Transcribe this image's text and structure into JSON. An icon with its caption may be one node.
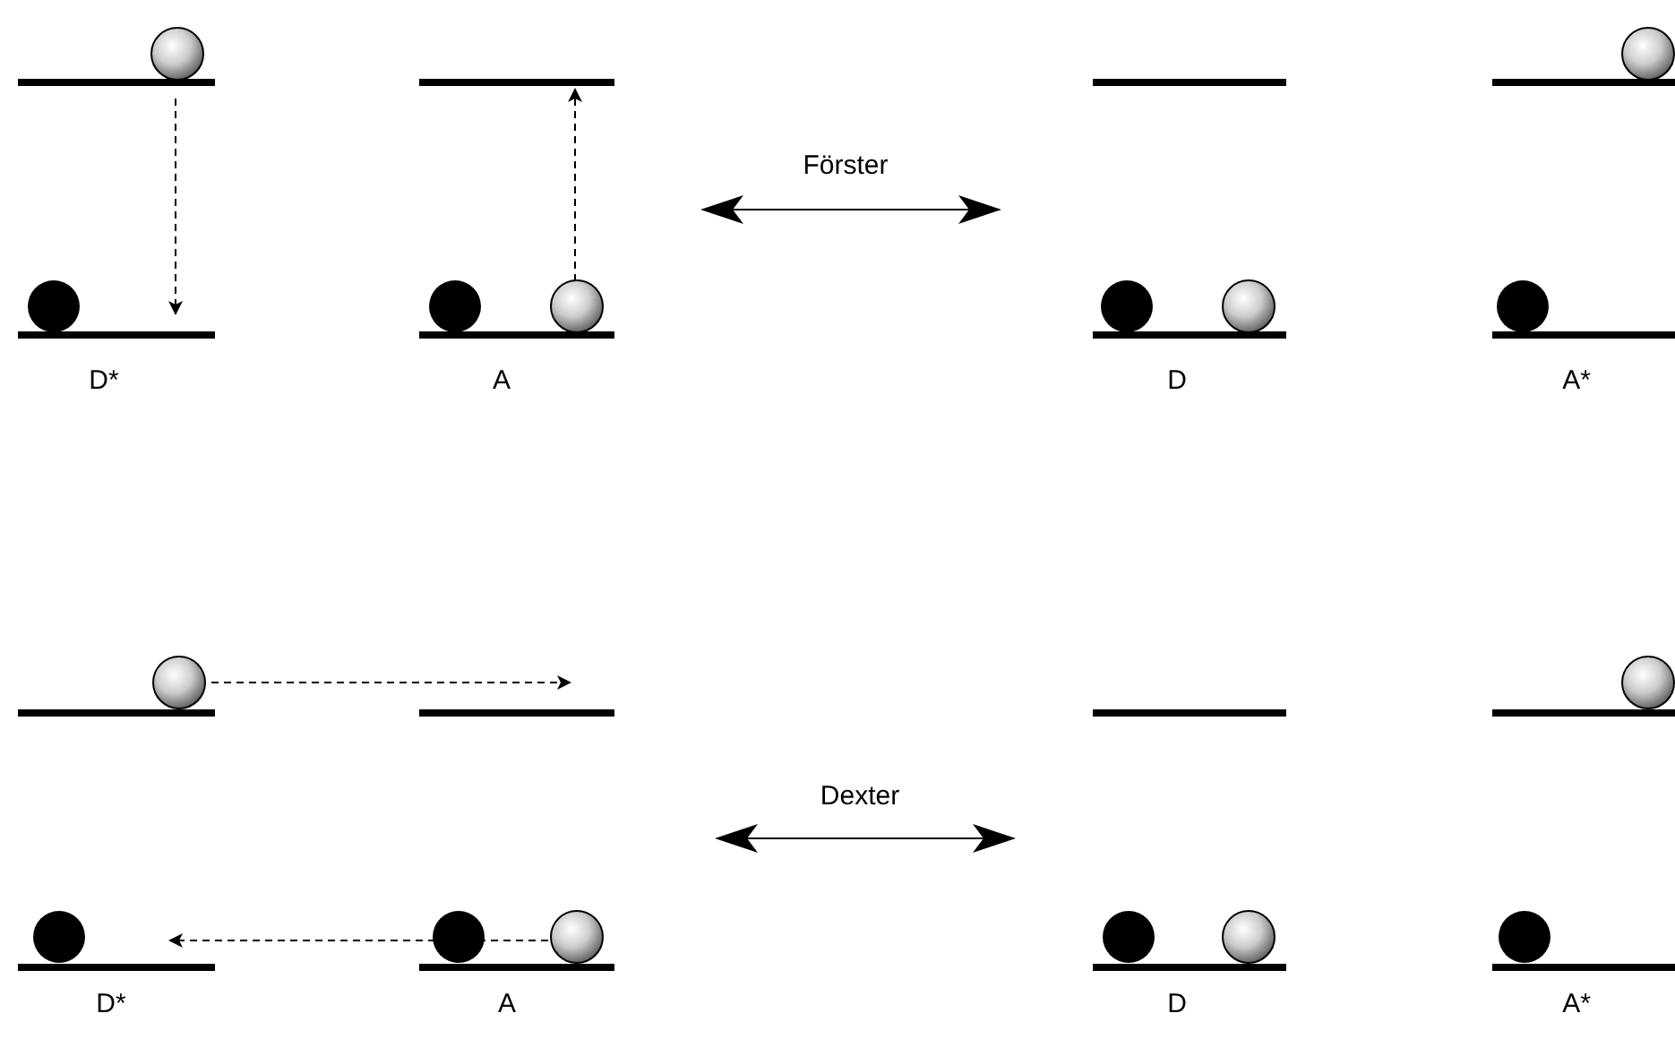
{
  "diagram": {
    "labels": [
      "Förster",
      "D*",
      "A",
      "D",
      "A*",
      "Dexter",
      "D*",
      "A",
      "D",
      "A*"
    ]
  }
}
